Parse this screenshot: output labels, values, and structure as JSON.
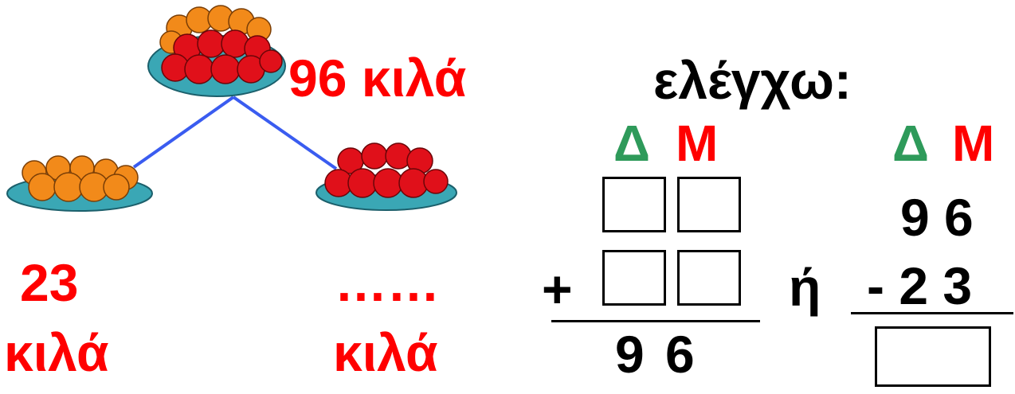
{
  "top": {
    "amount": "96 κιλά"
  },
  "left": {
    "amount": "23",
    "unit": "κιλά"
  },
  "right": {
    "amount": "……",
    "unit": "κιλά"
  },
  "check": {
    "title": "ελέγχω:"
  },
  "addition": {
    "header_tens": "Δ",
    "header_units": "Μ",
    "operator": "+",
    "result": "9 6"
  },
  "or_word": "ή",
  "subtraction": {
    "header_tens": "Δ",
    "header_units": "Μ",
    "minuend": "9 6",
    "subtrahend": "- 2 3"
  },
  "colors": {
    "tens": "#2e9a5a",
    "units": "#ff0000",
    "connector": "#3a5cf0",
    "plate": "#3aa7b5",
    "apple": "#e0101a",
    "orange": "#f28a1a"
  },
  "icons": [
    "fruit-plate-mixed-icon",
    "orange-plate-icon",
    "apple-plate-icon"
  ]
}
